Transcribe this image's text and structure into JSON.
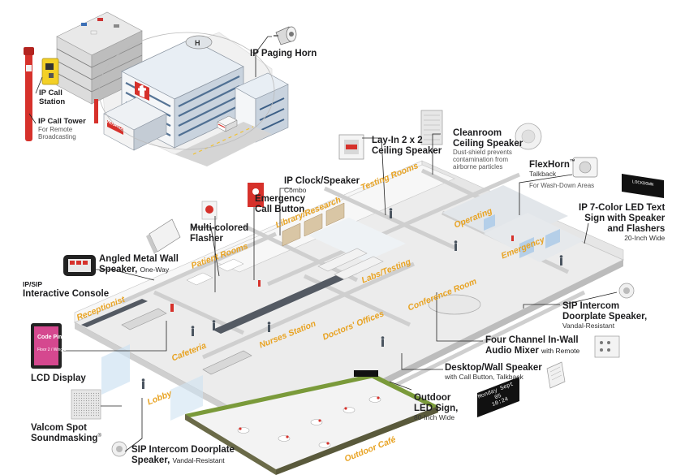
{
  "devices": {
    "paging_horn": {
      "title": "IP Paging Horn"
    },
    "call_station": {
      "title": "IP Call Station"
    },
    "call_tower": {
      "title": "IP Call Tower",
      "sub": "For Remote Broadcasting"
    },
    "lay_in_speaker": {
      "title_line1": "Lay-In 2 x 2",
      "title_line2": "Ceiling Speaker"
    },
    "cleanroom_speaker": {
      "title_line1": "Cleanroom",
      "title_line2": "Ceiling Speaker",
      "sub_line1": "Dust-shield prevents",
      "sub_line2": "contamination from",
      "sub_line3": "airborne particles"
    },
    "flexhorn": {
      "title": "FlexHorn",
      "tm": "™",
      "sub": "Talkback",
      "sub2": "For Wash-Down Areas"
    },
    "ip_clock": {
      "title": "IP Clock/Speaker",
      "sub": "Combo"
    },
    "emergency_button": {
      "title_line1": "Emergency",
      "title_line2": "Call Button"
    },
    "led_sign": {
      "title_line1": "IP 7-Color LED Text",
      "title_line2": "Sign with Speaker",
      "title_line3": "and Flashers",
      "sub": "20-Inch Wide",
      "screen_text": "LOCKDOWN"
    },
    "flasher": {
      "title_line1": "Multi-colored",
      "title_line2": "Flasher"
    },
    "angled_speaker": {
      "title_line1": "Angled Metal Wall",
      "title_line2": "Speaker,",
      "sub": "One-Way"
    },
    "interactive_console": {
      "title_line1": "IP/SIP",
      "title_line2": "Interactive Console"
    },
    "doorplate_right": {
      "title_line1": "SIP Intercom",
      "title_line2": "Doorplate Speaker,",
      "sub": "Vandal-Resistant"
    },
    "audio_mixer": {
      "title_line1": "Four Channel In-Wall",
      "title_line2": "Audio Mixer",
      "sub": "with Remote"
    },
    "desktop_speaker": {
      "title": "Desktop/Wall Speaker",
      "sub": "with Call Button, Talkback"
    },
    "lcd_display": {
      "title": "LCD Display",
      "screen_line1": "Code Pink",
      "screen_line2": "Floor 2 / Wing B"
    },
    "outdoor_led": {
      "title_line1": "Outdoor",
      "title_line2": "LED Sign,",
      "sub": "80-Inch Wide",
      "screen_line1": "Monday Sept 05",
      "screen_line2": "10:24"
    },
    "soundmasking": {
      "title_line1": "Valcom Spot",
      "title_line2": "Soundmasking",
      "reg": "®"
    },
    "doorplate_bottom": {
      "title_line1": "SIP Intercom Doorplate",
      "title_line2": "Speaker,",
      "sub": "Vandal-Resistant"
    }
  },
  "building": {
    "sign": "HOSPITAL"
  },
  "rooms": {
    "patient_rooms": "Patient Rooms",
    "library": "Library/Research",
    "testing": "Testing Rooms",
    "operating": "Operating",
    "emergency": "Emergency",
    "labs": "Labs/Testing",
    "conference": "Conference Room",
    "receptionist": "Receptionist",
    "nurses": "Nurses Station",
    "doctors": "Doctors' Offices",
    "cafeteria": "Cafeteria",
    "lobby": "Lobby",
    "outdoor_cafe": "Outdoor Café"
  },
  "colors": {
    "room_label": "#e8a323",
    "floor": "#ececec",
    "wall": "#f7f7f7",
    "wall_side": "#d0d0d0",
    "grass": "#7a9a3a",
    "cafe_floor": "#6a6a48",
    "leader": "#222222",
    "accent_red": "#d6312b",
    "led_black": "#111111"
  }
}
